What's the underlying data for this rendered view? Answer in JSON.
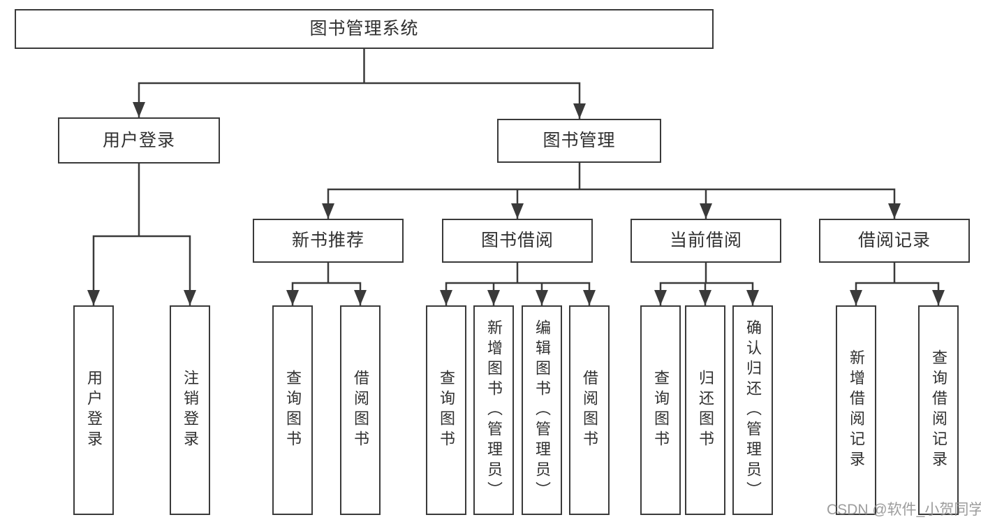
{
  "tree": {
    "root": {
      "label": "图书管理系统"
    },
    "branches": [
      {
        "label": "用户登录",
        "children": [
          {
            "label": "用户登录"
          },
          {
            "label": "注销登录"
          }
        ]
      },
      {
        "label": "图书管理",
        "sections": [
          {
            "label": "新书推荐",
            "children": [
              {
                "label": "查询图书"
              },
              {
                "label": "借阅图书"
              }
            ]
          },
          {
            "label": "图书借阅",
            "children": [
              {
                "label": "查询图书"
              },
              {
                "label": "新增图书（管理员）"
              },
              {
                "label": "编辑图书（管理员）"
              },
              {
                "label": "借阅图书"
              }
            ]
          },
          {
            "label": "当前借阅",
            "children": [
              {
                "label": "查询图书"
              },
              {
                "label": "归还图书"
              },
              {
                "label": "确认归还（管理员）"
              }
            ]
          },
          {
            "label": "借阅记录",
            "children": [
              {
                "label": "新增借阅记录"
              },
              {
                "label": "查询借阅记录"
              }
            ]
          }
        ]
      }
    ]
  },
  "watermark": {
    "text": "CSDN @软件_小贺同学"
  },
  "colors": {
    "line": "#3a3a3a",
    "text": "#303030",
    "watermark": "#949494",
    "background": "#ffffff"
  }
}
